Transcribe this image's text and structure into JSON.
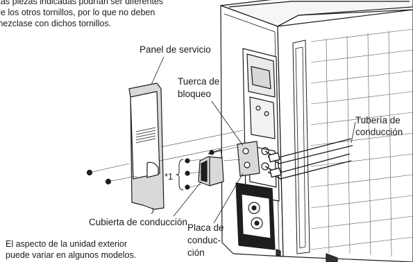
{
  "note_top": [
    "Las piezas indicadas podrían ser diferentes",
    "de los otros tornillos, por lo que no deben",
    "mezclase con dichos tornillos."
  ],
  "labels": {
    "panel": "Panel de servicio",
    "tuerca": [
      "Tuerca de",
      "bloqueo"
    ],
    "tuberia": [
      "Tubería de",
      "conducción"
    ],
    "star": "*1",
    "cubierta": "Cubierta de conducción",
    "placa": [
      "Placa de",
      "conduc-",
      "ción"
    ]
  },
  "footnote": [
    "El aspecto de la unidad exterior",
    "puede variar en algunos modelos."
  ]
}
